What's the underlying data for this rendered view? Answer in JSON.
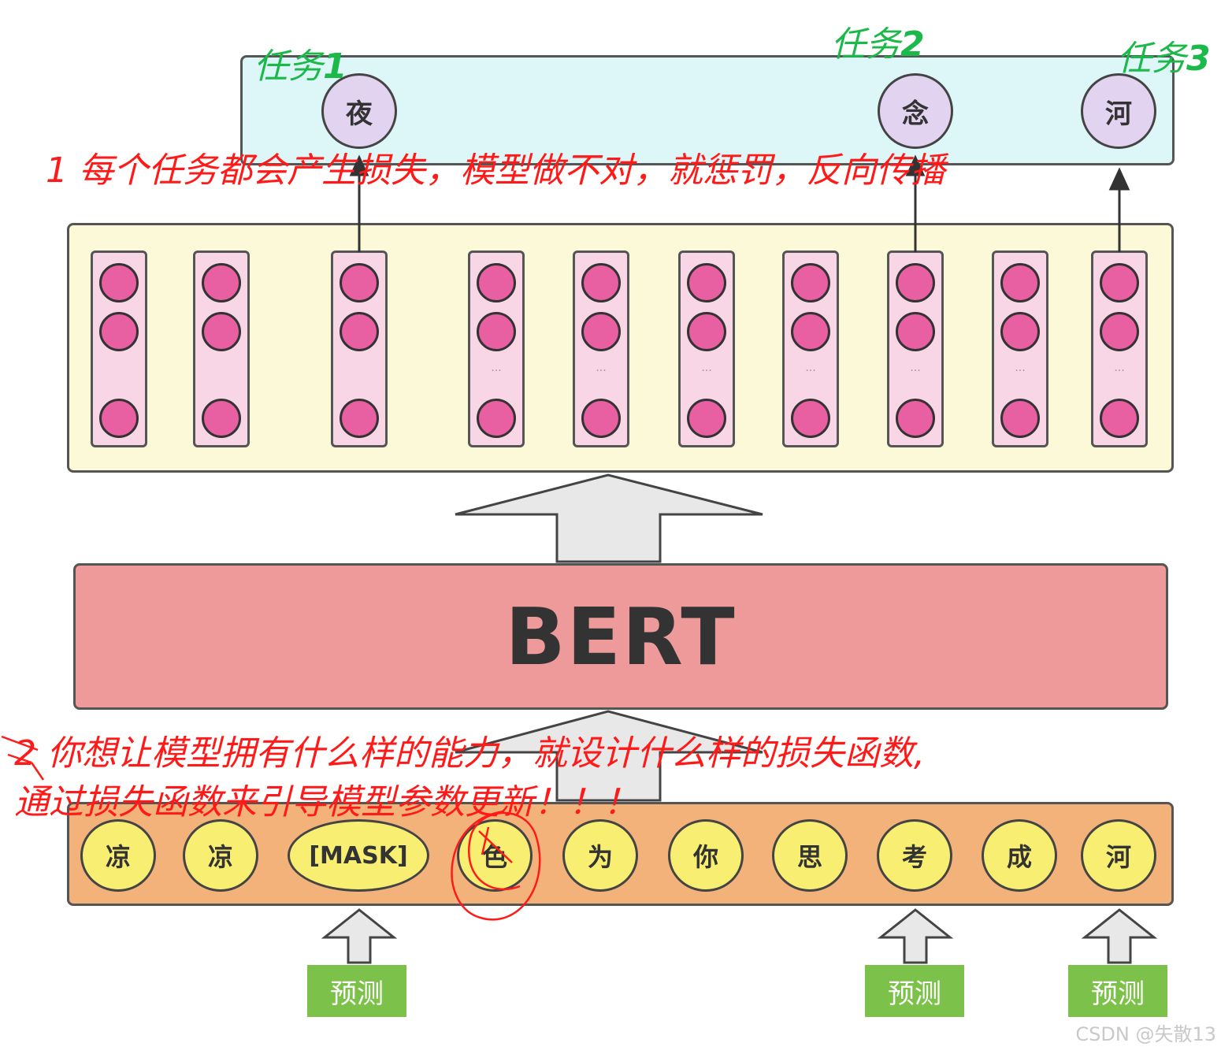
{
  "outputs": [
    "夜",
    "念",
    "河"
  ],
  "tasks": {
    "t1": "任务",
    "t1n": "1",
    "t2": "任务",
    "t2n": "2",
    "t3": "任务",
    "t3n": "3"
  },
  "bert_label": "BERT",
  "tokens": [
    "凉",
    "凉",
    "[MASK]",
    "色",
    "为",
    "你",
    "思",
    "考",
    "成",
    "河"
  ],
  "predict_label": "预测",
  "annotation_1": "1 每个任务都会产生损失，模型做不对，就惩罚，反向传播",
  "annotation_2_line1": "2 你想让模型拥有什么样的能力，就设计什么样的损失函数,",
  "annotation_2_line2": "通过损失函数来引导模型参数更新！！！",
  "ellipsis": "···",
  "watermark": "CSDN @失散13",
  "colors": {
    "output_box": "#ddf7f9",
    "embedding_box": "#fbf9d7",
    "bert_box": "#ef9a9a",
    "input_box": "#f2b27a",
    "token_fill": "#f7ee72",
    "node_fill": "#e85fa2",
    "predict_fill": "#7cc24a",
    "task_text": "#1bb84a",
    "annotation_text": "#ff1a1a"
  }
}
